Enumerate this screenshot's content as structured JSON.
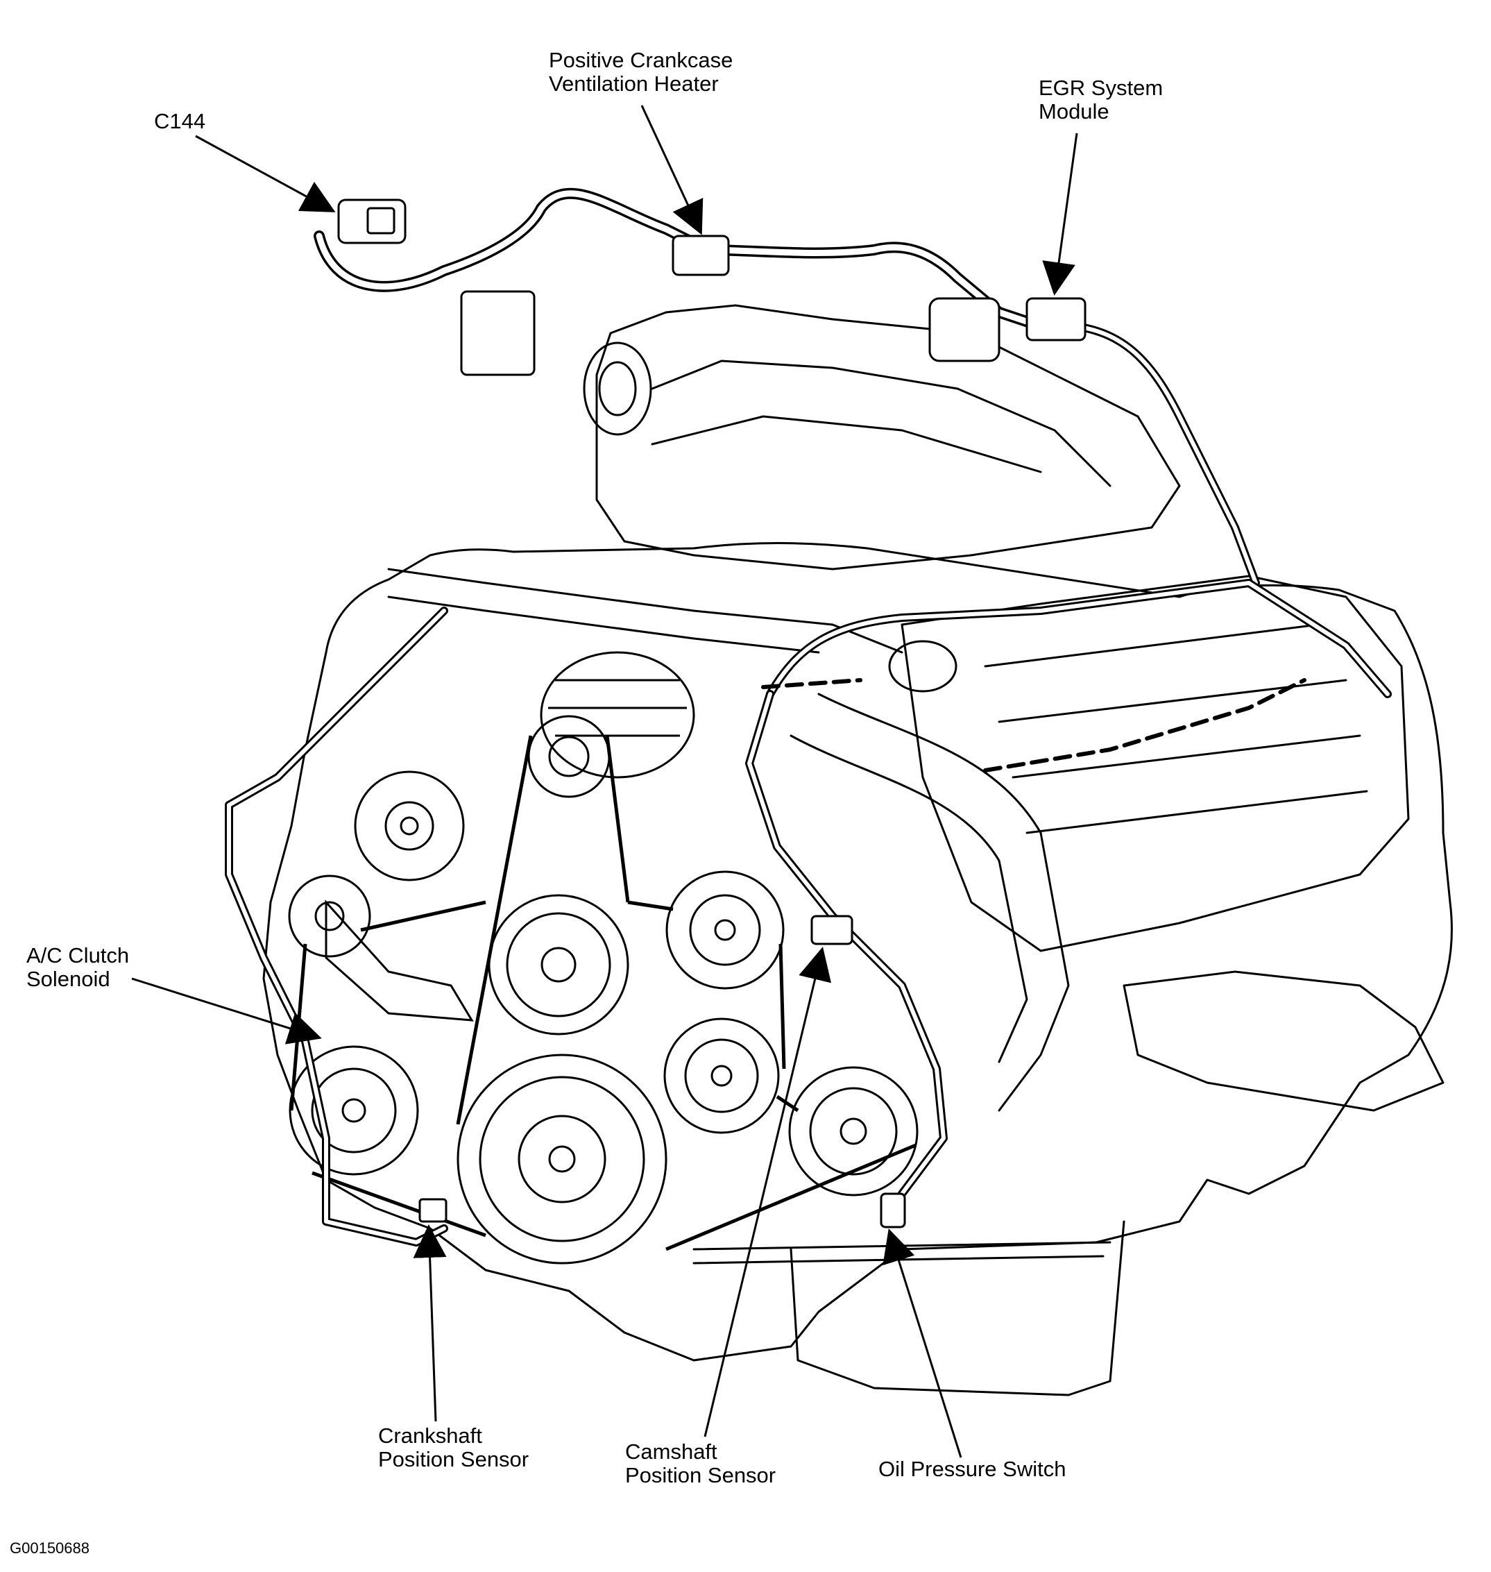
{
  "callouts": {
    "c144": {
      "lines": [
        "C144"
      ]
    },
    "pcv_heater": {
      "lines": [
        "Positive Crankcase",
        "Ventilation Heater"
      ]
    },
    "egr_module": {
      "lines": [
        "EGR System",
        "Module"
      ]
    },
    "ac_clutch": {
      "lines": [
        "A/C Clutch",
        "Solenoid"
      ]
    },
    "ckp_sensor": {
      "lines": [
        "Crankshaft",
        "Position Sensor"
      ]
    },
    "cmp_sensor": {
      "lines": [
        "Camshaft",
        "Position Sensor"
      ]
    },
    "oil_switch": {
      "lines": [
        "Oil Pressure Switch"
      ]
    }
  },
  "figure_id": "G00150688"
}
